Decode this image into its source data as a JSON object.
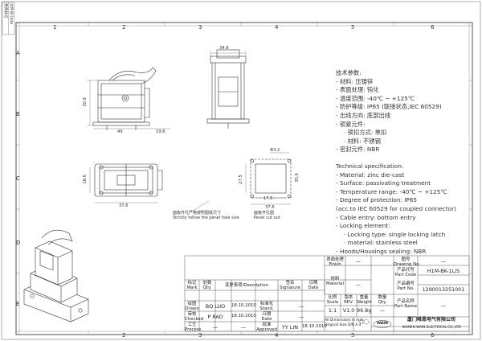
{
  "zones": {
    "top": [
      "1",
      "2",
      "3",
      "4",
      "5",
      "6"
    ],
    "left": [
      "A",
      "B",
      "C",
      "D",
      "E"
    ]
  },
  "side_labels": [
    "更改标记",
    "文件号/Date",
    "Alter Mark",
    "Doc No."
  ],
  "dimensions": {
    "top_width": "34.8",
    "side_height": "30.9",
    "side_width": "49",
    "side_offset": "19.6",
    "front_height": "18.6",
    "front_width": "37.6",
    "cutout_hole": "Φ3.2",
    "cutout_height": "27.5",
    "cutout_inner": "17.5",
    "cutout_width": "37.6",
    "cutout_h2": "35.6"
  },
  "captions": {
    "panel_hole_cn": "面板开孔严格按照图纸尺寸",
    "panel_hole_en": "Strictly follow the panel hole size",
    "cutout_cn": "面板开孔图",
    "cutout_en": "Panel cut out"
  },
  "tech_cn": {
    "title": "技术参数:",
    "lines": [
      "- 材料: 压铸锌",
      "- 表面处理: 钝化",
      "- 温度范围: -40℃ ~ +125℃",
      "- 防护等级: IP65 (联接状态,IEC 60529)",
      "- 出线方向: 底部出线",
      "- 锁紧元件:"
    ],
    "sub": [
      "· 锁扣方式: 单扣",
      "· 材料: 不锈钢"
    ],
    "last": "- 密封元件: NBR"
  },
  "tech_en": {
    "title": "Technical specification:",
    "lines": [
      "- Material: zinc die-cast",
      "- Surface: passivating treatment",
      "- Temperature range: -40℃ ~ +125℃",
      "- Degree of protection: IP65",
      "  (acc.to IEC 60529 for coupled connector)",
      "- Cable entry: bottom entry",
      "- Locking element:"
    ],
    "sub": [
      "· Locking type: single locking latch",
      "· material: stainless steel"
    ],
    "last": "- Hoods/Housings sealing: NBR"
  },
  "title_block": {
    "finish_cn": "表面处理",
    "finish_en": "Finish",
    "material_cn": "材料",
    "material_en": "Material",
    "finish_value": "—",
    "material_value": "—",
    "scale_cn": "比例",
    "scale_en": "Scale",
    "scale_value": "1:1",
    "rev_cn": "版本",
    "rev_en": "REV.",
    "rev_value": "V1.0",
    "weight_cn": "重量",
    "weight_en": "Weight",
    "weight_value": "96.8g",
    "qty_cn": "数量",
    "qty_en": "Qty.",
    "qty_value": "—",
    "drawing_no_cn": "图号",
    "drawing_no_en": "Drawing No.",
    "drawing_no_value": "—",
    "part_code_cn": "产品代号",
    "part_code_en": "Part Code",
    "part_code_value": "H1M-BK-1L/S",
    "part_no_cn": "产品编号",
    "part_no_en": "Part No.",
    "part_no_value": "1290013251001",
    "part_name_cn": "产品名称",
    "part_name_en": "Part Name",
    "part_name_value": "—",
    "dims_note": "All Dimensions in mm",
    "size_note": "Original Size DIN A 4",
    "company_cn": "厦门唯恩电气有限公司",
    "company_en": "XIAMEN WAIN ELECTRICAL CO.,LTD",
    "logo": "WAIN",
    "headers": [
      {
        "cn": "标记",
        "en": "Mark"
      },
      {
        "cn": "处数",
        "en": "Qty."
      },
      {
        "cn": "变更事项",
        "en": "Description"
      },
      {
        "cn": "签名",
        "en": "Signature"
      },
      {
        "cn": "日期",
        "en": "Date"
      }
    ],
    "rows": [
      {
        "cn": "绘图",
        "en": "Drawn",
        "name": "BQ LUO",
        "date": "18.10.2010",
        "label_cn": "标准化",
        "label_en": "Stand.",
        "value": "—"
      },
      {
        "cn": "审核",
        "en": "Checked",
        "name": "P RAO",
        "date": "18.10.2010",
        "label_cn": "日期",
        "label_en": "Date",
        "value": "—"
      },
      {
        "cn": "工艺",
        "en": "Process",
        "name": "—",
        "date": "—",
        "label_cn": "批准",
        "label_en": "Approved",
        "value": "YY LIN",
        "value_date": "18.10.2010"
      }
    ]
  },
  "colors": {
    "line": "#555555",
    "text": "#222222"
  }
}
